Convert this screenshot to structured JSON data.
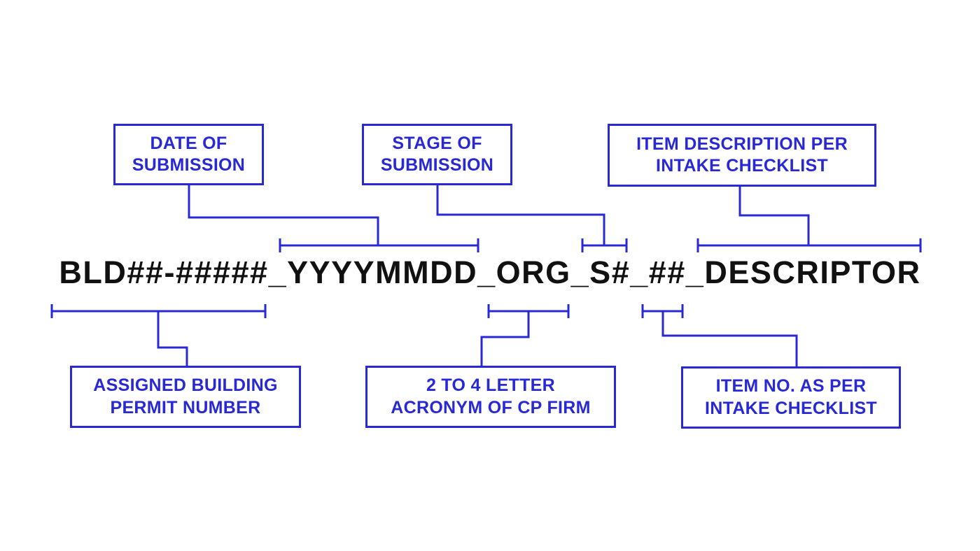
{
  "diagram": {
    "title": "file-naming-convention",
    "filename": "BLD##-#####_YYYYMMDD_ORG_S#_##_DESCRIPTOR",
    "colors": {
      "line": "#2828d4",
      "callout_text": "#2828d4",
      "filename_text": "#111111",
      "background": "#ffffff"
    }
  },
  "callouts": {
    "date": {
      "line1": "DATE OF",
      "line2": "SUBMISSION",
      "points_to": "YYYYMMDD"
    },
    "stage": {
      "line1": "STAGE OF",
      "line2": "SUBMISSION",
      "points_to": "S#"
    },
    "item_desc": {
      "line1": "ITEM DESCRIPTION PER",
      "line2": "INTAKE CHECKLIST",
      "points_to": "DESCRIPTOR"
    },
    "permit": {
      "line1": "ASSIGNED BUILDING",
      "line2": "PERMIT NUMBER",
      "points_to": "BLD##-#####"
    },
    "acronym": {
      "line1": "2 TO 4 LETTER",
      "line2": "ACRONYM OF CP FIRM",
      "points_to": "ORG"
    },
    "item_no": {
      "line1": "ITEM NO. AS PER",
      "line2": "INTAKE CHECKLIST",
      "points_to": "##"
    }
  }
}
